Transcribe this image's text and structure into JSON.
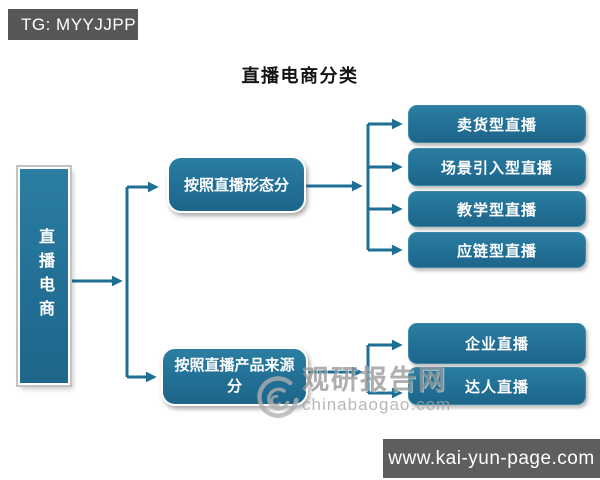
{
  "badge": {
    "label": "TG: MYYJJPP"
  },
  "title": "直播电商分类",
  "root": {
    "label": "直播电商"
  },
  "branches": [
    {
      "label": "按照直播形态分",
      "children": [
        "卖货型直播",
        "场景引入型直播",
        "教学型直播",
        "应链型直播"
      ]
    },
    {
      "label": "按照直播产品来源分",
      "children": [
        "企业直播",
        "达人直播"
      ]
    }
  ],
  "watermark": {
    "logo": "swirl-logo",
    "name": "观研报告网",
    "site": "chinabaogao.com"
  },
  "footer": {
    "url": "www.kai-yun-page.com"
  },
  "colors": {
    "node_fill": "#226f96",
    "node_border": "#ffffff",
    "arrow": "#1d6f94",
    "badge_bg": "#575757",
    "footer_bg": "#5e5e5e",
    "title_text": "#141414",
    "watermark_gray": "#989898",
    "background": "#ffffff"
  }
}
